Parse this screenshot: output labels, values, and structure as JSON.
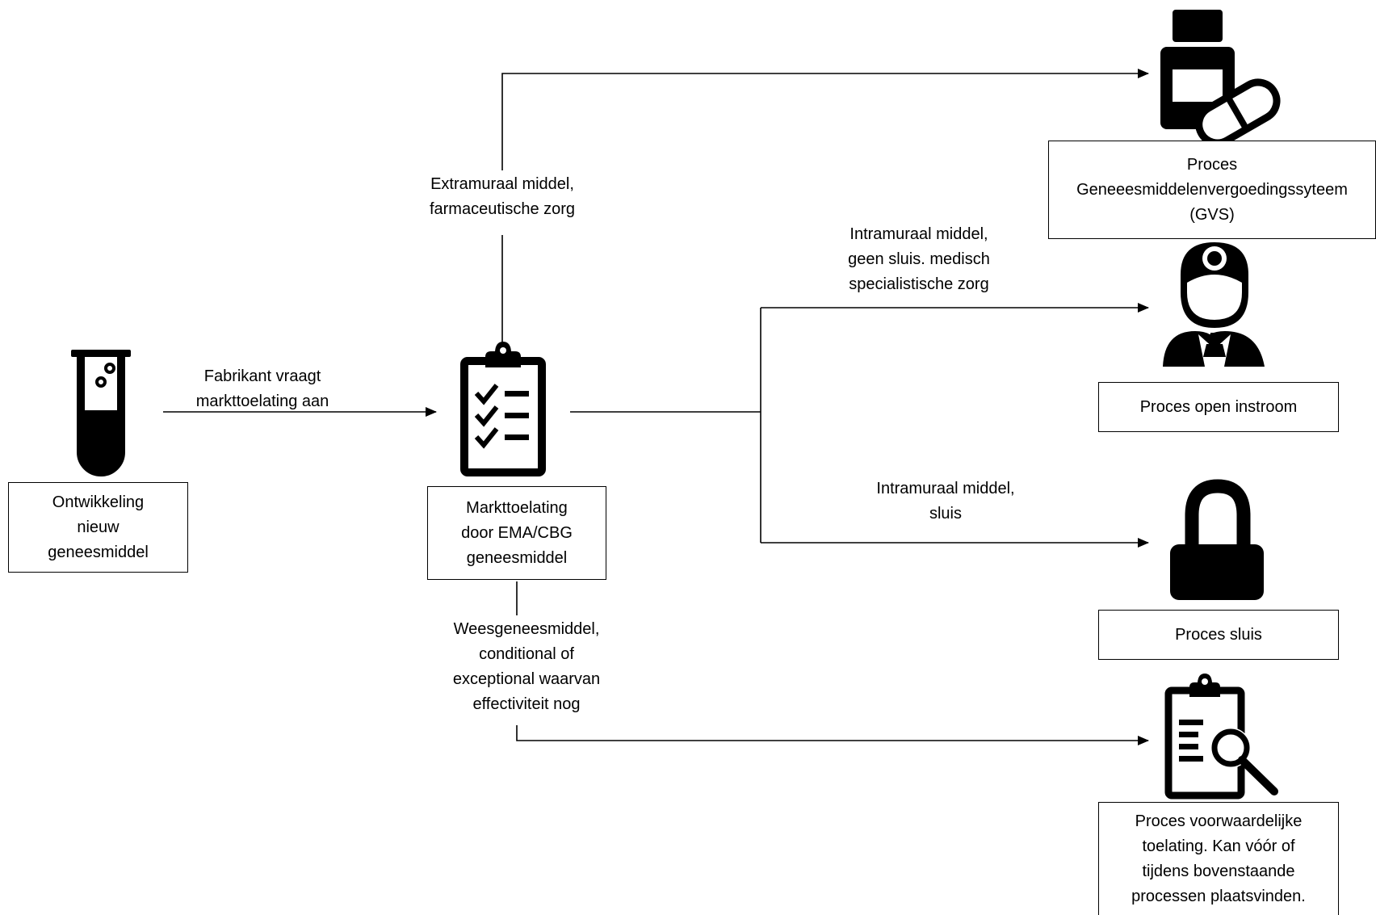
{
  "nodes": {
    "development": "Ontwikkeling\nnieuw\ngeneesmiddel",
    "market_approval": "Markttoelating\ndoor EMA/CBG\ngeneesmiddel",
    "gvs": "Proces\nGeneeesmiddelenvergoedingssyteem\n(GVS)",
    "open_inflow": "Proces open instroom",
    "lock": "Proces sluis",
    "conditional": "Proces voorwaardelijke\ntoelating. Kan vóór of\ntijdens bovenstaande\nprocessen plaatsvinden."
  },
  "edges": {
    "manufacturer": "Fabrikant vraagt\nmarkttoelating aan",
    "extramural": "Extramuraal middel,\nfarmaceutische zorg",
    "intramural_no_lock": "Intramuraal middel,\ngeen sluis. medisch\nspecialistische  zorg",
    "intramural_lock": "Intramuraal middel,\nsluis",
    "orphan": "Weesgeneesmiddel,\nconditional of\nexceptional waarvan\neffectiviteit nog"
  },
  "icons": {
    "development": "test-tube-icon",
    "market_approval": "clipboard-checklist-icon",
    "gvs": "medicine-bottle-pill-icon",
    "open_inflow": "doctor-icon",
    "lock": "padlock-icon",
    "conditional": "clipboard-search-icon"
  },
  "colors": {
    "line": "#000000",
    "fill": "#000000"
  }
}
